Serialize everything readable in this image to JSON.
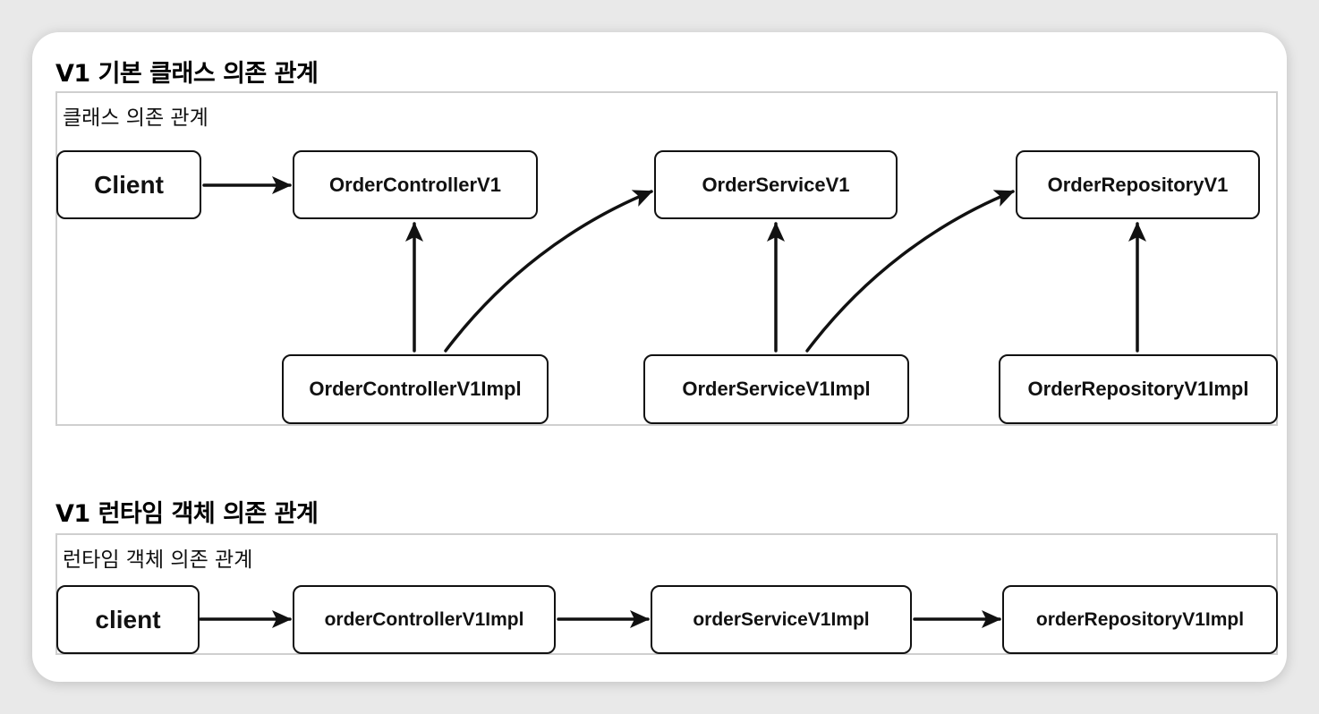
{
  "class_diagram": {
    "heading": "V1 기본 클래스 의존 관계",
    "frame_label": "클래스 의존 관계",
    "nodes": {
      "client": "Client",
      "controller": "OrderControllerV1",
      "service": "OrderServiceV1",
      "repository": "OrderRepositoryV1",
      "controller_impl": "OrderControllerV1Impl",
      "service_impl": "OrderServiceV1Impl",
      "repository_impl": "OrderRepositoryV1Impl"
    },
    "edges": [
      {
        "from": "Client",
        "to": "OrderControllerV1"
      },
      {
        "from": "OrderControllerV1Impl",
        "to": "OrderControllerV1"
      },
      {
        "from": "OrderControllerV1Impl",
        "to": "OrderServiceV1"
      },
      {
        "from": "OrderServiceV1Impl",
        "to": "OrderServiceV1"
      },
      {
        "from": "OrderServiceV1Impl",
        "to": "OrderRepositoryV1"
      },
      {
        "from": "OrderRepositoryV1Impl",
        "to": "OrderRepositoryV1"
      }
    ]
  },
  "runtime_diagram": {
    "heading": "V1 런타임 객체 의존 관계",
    "frame_label": "런타임 객체 의존 관계",
    "nodes": {
      "client": "client",
      "controller_impl": "orderControllerV1Impl",
      "service_impl": "orderServiceV1Impl",
      "repository_impl": "orderRepositoryV1Impl"
    },
    "edges": [
      {
        "from": "client",
        "to": "orderControllerV1Impl"
      },
      {
        "from": "orderControllerV1Impl",
        "to": "orderServiceV1Impl"
      },
      {
        "from": "orderServiceV1Impl",
        "to": "orderRepositoryV1Impl"
      }
    ]
  }
}
